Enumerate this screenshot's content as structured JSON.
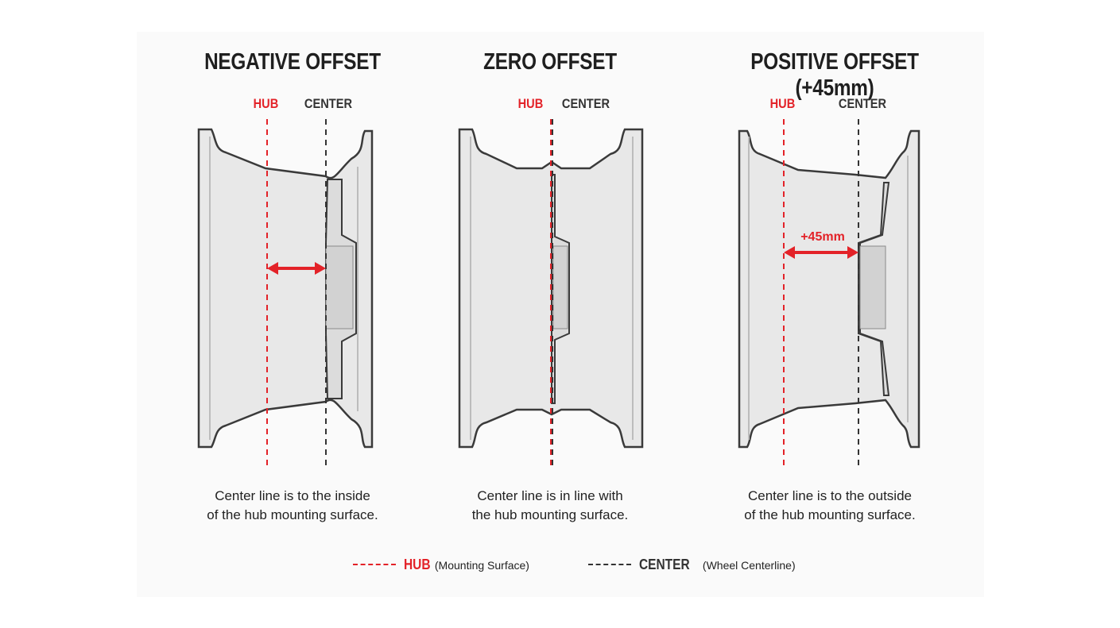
{
  "panels": [
    {
      "title": "NEGATIVE OFFSET",
      "hub_label": "HUB",
      "center_label": "CENTER",
      "offset_label": "",
      "caption_line1": "Center line is to the inside",
      "caption_line2": "of the hub mounting surface."
    },
    {
      "title": "ZERO OFFSET",
      "hub_label": "HUB",
      "center_label": "CENTER",
      "offset_label": "",
      "caption_line1": "Center line is in line with",
      "caption_line2": "the hub mounting surface."
    },
    {
      "title": "POSITIVE OFFSET (+45mm)",
      "hub_label": "HUB",
      "center_label": "CENTER",
      "offset_label": "+45mm",
      "caption_line1": "Center line is to the outside",
      "caption_line2": "of the hub mounting surface."
    }
  ],
  "legend": {
    "hub_label": "HUB",
    "hub_desc": "(Mounting Surface)",
    "center_label": "CENTER",
    "center_desc": "(Wheel Centerline)"
  },
  "colors": {
    "hub": "#e32228",
    "center": "#333333",
    "wheel_fill": "#e8e8e8",
    "wheel_stroke": "#3a3a3a"
  }
}
